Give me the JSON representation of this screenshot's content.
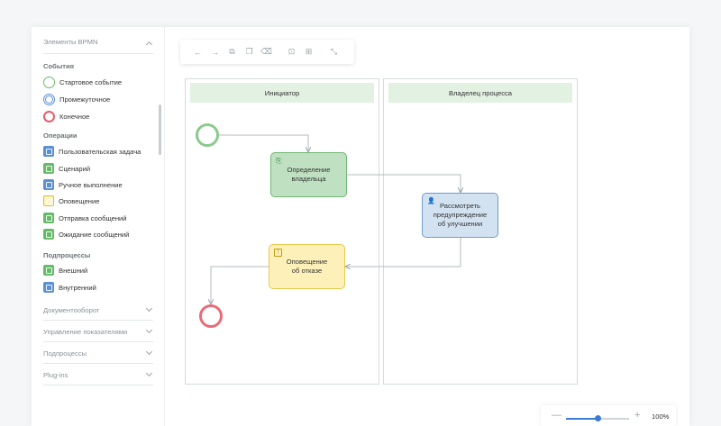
{
  "sidebar": {
    "header": "Элементы BPMN",
    "groups": {
      "events": {
        "title": "События",
        "items": [
          {
            "label": "Стартовое событие",
            "icon": "start-event-icon",
            "color": "#66bb6a"
          },
          {
            "label": "Промежуточное",
            "icon": "intermediate-event-icon",
            "color": "#5b8fd6"
          },
          {
            "label": "Конечное",
            "icon": "end-event-icon",
            "color": "#e35d6a"
          }
        ]
      },
      "operations": {
        "title": "Операции",
        "items": [
          {
            "label": "Пользовательская задача",
            "icon": "user-task-icon",
            "color": "#5b8fd6"
          },
          {
            "label": "Сценарий",
            "icon": "script-task-icon",
            "color": "#66bb6a"
          },
          {
            "label": "Ручное выполнение",
            "icon": "manual-task-icon",
            "color": "#5b8fd6"
          },
          {
            "label": "Оповещение",
            "icon": "notification-icon",
            "color": "#f2c94c"
          },
          {
            "label": "Отправка сообщений",
            "icon": "send-message-icon",
            "color": "#66bb6a"
          },
          {
            "label": "Ожидание сообщений",
            "icon": "receive-message-icon",
            "color": "#66bb6a"
          }
        ]
      },
      "subprocesses": {
        "title": "Подпроцессы",
        "items": [
          {
            "label": "Внешний",
            "icon": "external-subprocess-icon",
            "color": "#66bb6a"
          },
          {
            "label": "Внутренний",
            "icon": "internal-subprocess-icon",
            "color": "#5b8fd6"
          }
        ]
      }
    },
    "collapsed_sections": [
      "Документооборот",
      "Управление показателями",
      "Подпроцессы",
      "Plug-ins"
    ]
  },
  "toolbar": {
    "buttons": [
      {
        "name": "undo-button",
        "icon": "undo-icon",
        "glyph": "←"
      },
      {
        "name": "redo-button",
        "icon": "redo-icon",
        "glyph": "→"
      },
      {
        "name": "copy-button",
        "icon": "copy-icon",
        "glyph": "⧉"
      },
      {
        "name": "paste-button",
        "icon": "paste-icon",
        "glyph": "❐"
      },
      {
        "name": "delete-button",
        "icon": "delete-icon",
        "glyph": "⌫"
      },
      {
        "name": "export-button",
        "icon": "export-icon",
        "glyph": "⊡"
      },
      {
        "name": "import-button",
        "icon": "import-icon",
        "glyph": "⊞"
      },
      {
        "name": "fullscreen-button",
        "icon": "fullscreen-icon",
        "glyph": "⤡"
      }
    ]
  },
  "diagram": {
    "lanes": [
      {
        "title": "Инициатор"
      },
      {
        "title": "Владелец процесса"
      }
    ],
    "tasks": {
      "define_owner": {
        "label_1": "Определение",
        "label_2": "владельца",
        "icon": "script-task-icon",
        "glyph": "⎘",
        "fill": "#bfe0c1",
        "stroke": "#6fb774"
      },
      "review": {
        "label_1": "Рассмотреть",
        "label_2": "предупреждение",
        "label_3": "об улучшении",
        "icon": "user-task-icon",
        "glyph": "👤",
        "fill": "#d3e2f1",
        "stroke": "#6f9ccc"
      },
      "notify_reject": {
        "label_1": "Оповещение",
        "label_2": "об отказе",
        "icon": "notification-icon",
        "glyph": "!",
        "fill": "#fdf1b9",
        "stroke": "#e9c84d"
      }
    },
    "start_event_color": "#8cc98f",
    "end_event_color": "#e86c77"
  },
  "zoom": {
    "minus": "—",
    "plus": "+",
    "level": "100%",
    "value": 0.5
  }
}
